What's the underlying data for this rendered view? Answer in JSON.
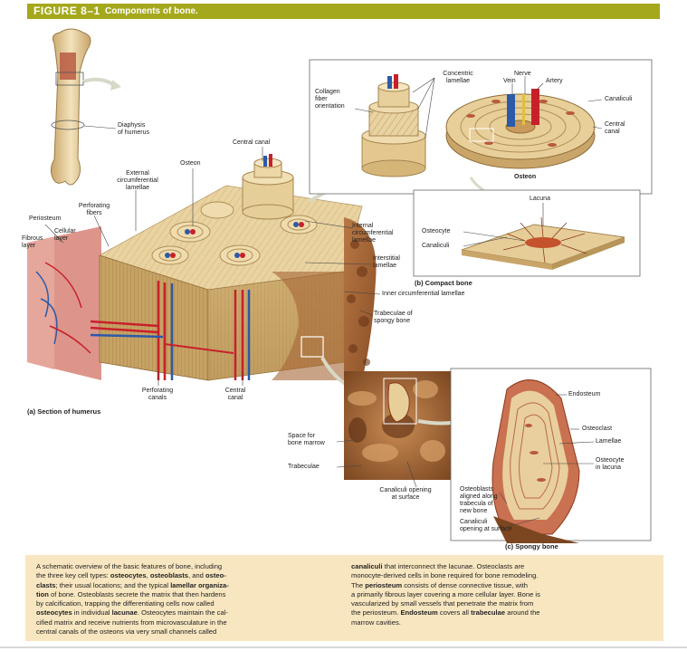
{
  "figure": {
    "number": "FIGURE 8–1",
    "title": "Components of bone."
  },
  "labels": {
    "diaphysis": "Diaphysis\nof humerus",
    "central_canal_top": "Central canal",
    "osteon_a": "Osteon",
    "external_lamellae": "External\ncircumferential\nlamellae",
    "perforating_fibers": "Perforating\nfibers",
    "periosteum": "Periosteum",
    "fibrous_layer": "Fibrous\nlayer",
    "cellular_layer": "Cellular\nlayer",
    "internal_lamellae": "Internal\ncircumferential\nlamellae",
    "interstitial_lamellae": "Interstitial\nlamellae",
    "inner_lamellae": "Inner circumferential lamellae",
    "trabeculae_spongy": "Trabeculae of\nspongy bone",
    "perforating_canals": "Perforating\ncanals",
    "central_canal_bottom": "Central\ncanal",
    "collagen": "Collagen\nfiber\norientation",
    "concentric": "Concentric\nlamellae",
    "nerve": "Nerve",
    "vein": "Vein",
    "artery": "Artery",
    "canaliculi_b": "Canaliculi",
    "central_canal_b": "Central\ncanal",
    "osteon_b": "Osteon",
    "lacuna": "Lacuna",
    "osteocyte_b": "Osteocyte",
    "canaliculi_b2": "Canaliculi",
    "space_marrow": "Space for\nbone marrow",
    "trabeculae_c": "Trabeculae",
    "canaliculi_opening": "Canaliculi opening\nat surface",
    "endosteum": "Endosteum",
    "osteoclast": "Osteoclast",
    "lamellae": "Lamellae",
    "osteocyte_lacuna": "Osteocyte\nin lacuna",
    "osteoblasts": "Osteoblasts\naligned along\ntrabecula of\nnew bone",
    "canaliculi_surface": "Canaliculi\nopening at surface"
  },
  "panel_captions": {
    "a": "(a) Section of humerus",
    "b": "(b) Compact bone",
    "c": "(c) Spongy bone"
  },
  "caption": {
    "left": [
      {
        "t": "A schematic overview of the basic features of bone, including\nthe three key cell types: "
      },
      {
        "t": "osteocytes",
        "b": true
      },
      {
        "t": ", "
      },
      {
        "t": "osteoblasts",
        "b": true
      },
      {
        "t": ", and "
      },
      {
        "t": "osteo-\nclasts",
        "b": true
      },
      {
        "t": "; their usual locations; and the typical "
      },
      {
        "t": "lamellar organiza-\ntion",
        "b": true
      },
      {
        "t": " of bone. Osteoblasts secrete the matrix that then hardens\nby calcification, trapping the differentiating cells now called\n"
      },
      {
        "t": "osteocytes",
        "b": true
      },
      {
        "t": " in individual "
      },
      {
        "t": "lacunae",
        "b": true
      },
      {
        "t": ". Osteocytes maintain the cal-\ncified matrix and receive nutrients from microvasculature in the\ncentral canals of the osteons via very small channels called"
      }
    ],
    "right": [
      {
        "t": "canaliculi",
        "b": true
      },
      {
        "t": " that interconnect the lacunae. Osteoclasts are\nmonocyte-derived cells in bone required for bone remodeling.\n    The "
      },
      {
        "t": "periosteum",
        "b": true
      },
      {
        "t": " consists of dense connective tissue, with\na primarily fibrous layer covering a more cellular layer. Bone is\nvascularized by small vessels that penetrate the matrix from\nthe periosteum. "
      },
      {
        "t": "Endosteum",
        "b": true
      },
      {
        "t": " covers all "
      },
      {
        "t": "trabeculae",
        "b": true
      },
      {
        "t": " around the\nmarrow cavities."
      }
    ]
  },
  "colors": {
    "banner": "#a4a81c",
    "caption_bg": "#f8e6c0",
    "bone": "#e0c590",
    "vessel_red": "#c8202a",
    "vessel_blue": "#2c5aa8"
  }
}
